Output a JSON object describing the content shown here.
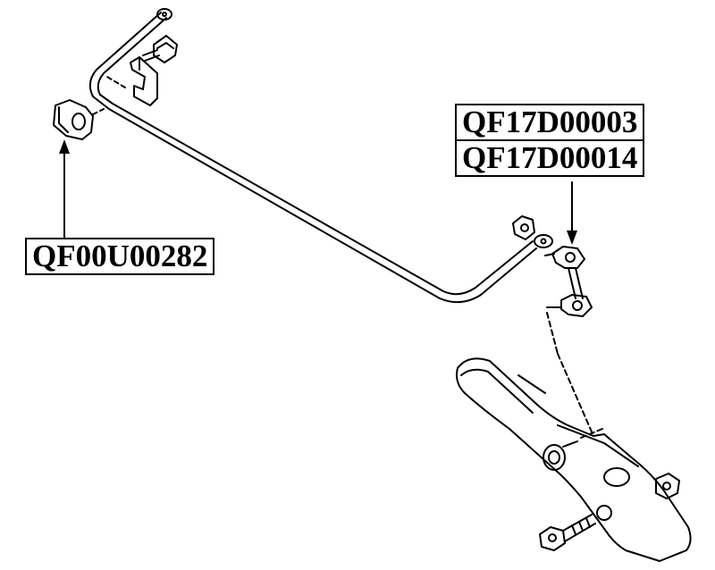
{
  "labels": {
    "bushing": "QF00U00282",
    "link_primary": "QF17D00003",
    "link_secondary": "QF17D00014"
  },
  "colors": {
    "line": "#000000",
    "background": "#ffffff"
  }
}
